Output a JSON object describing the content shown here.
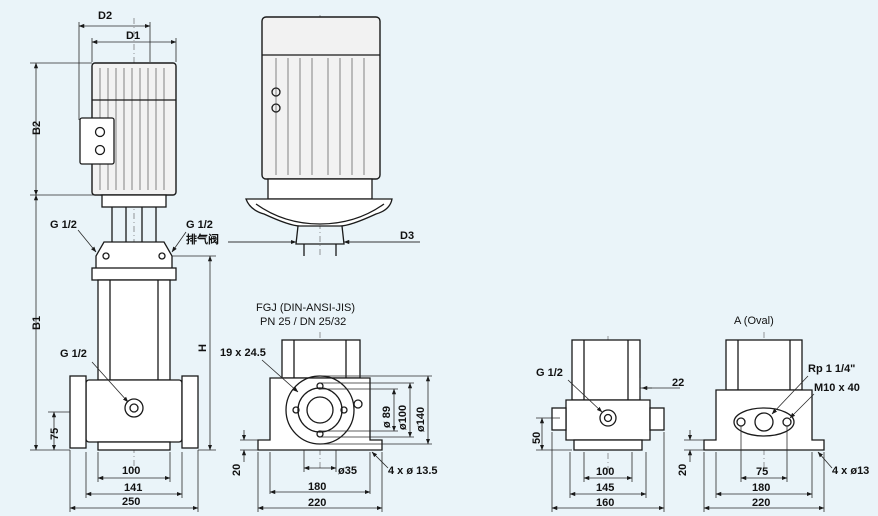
{
  "dims": {
    "d2": "D2",
    "d1": "D1",
    "b2": "B2",
    "b1": "B1",
    "h": "H",
    "d3": "D3",
    "vent_left": "G 1/2",
    "vent_right": "G 1/2",
    "vent_cn": "排气阀",
    "drain_main": "G 1/2",
    "d75": "75",
    "w100": "100",
    "w141": "141",
    "w250": "250"
  },
  "fgj": {
    "title1": "FGJ (DIN-ANSI-JIS)",
    "title2": "PN 25 / DN 25/32",
    "flange_spec": "19 x 24.5",
    "d89": "ø 89",
    "d100": "ø100",
    "d140": "ø140",
    "h20": "20",
    "d35": "ø35",
    "bolts": "4 x ø 13.5",
    "w180": "180",
    "w220": "220"
  },
  "side": {
    "drain": "G 1/2",
    "d22": "22",
    "h50": "50",
    "w100": "100",
    "w145": "145",
    "w160": "160"
  },
  "oval": {
    "title": "A (Oval)",
    "rp": "Rp 1 1/4\"",
    "m10": "M10 x 40",
    "h20": "20",
    "w75": "75",
    "w180": "180",
    "w220": "220",
    "bolts": "4 x ø13"
  }
}
